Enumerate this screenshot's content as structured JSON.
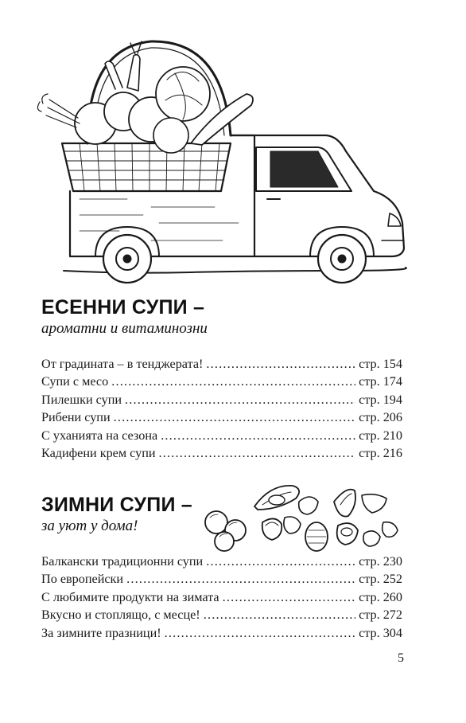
{
  "sections": [
    {
      "title": "ЕСЕННИ СУПИ –",
      "subtitle": "ароматни и витаминозни",
      "entries": [
        {
          "title": "От градината – в тенджерата!",
          "page": "стр. 154"
        },
        {
          "title": "Супи с месо",
          "page": "стр. 174"
        },
        {
          "title": "Пилешки супи",
          "page": "стр. 194"
        },
        {
          "title": "Рибени супи",
          "page": "стр. 206"
        },
        {
          "title": "С уханията на сезона",
          "page": "стр. 210"
        },
        {
          "title": "Кадифени крем супи",
          "page": "стр. 216"
        }
      ]
    },
    {
      "title": "ЗИМНИ СУПИ –",
      "subtitle": "за уют у дома!",
      "entries": [
        {
          "title": "Балкански традиционни супи",
          "page": "стр. 230"
        },
        {
          "title": "По европейски",
          "page": "стр. 252"
        },
        {
          "title": "С любимите продукти на зимата",
          "page": "стр. 260"
        },
        {
          "title": "Вкусно и стоплящо, с месце!",
          "page": "стр. 272"
        },
        {
          "title": "За зимните празници!",
          "page": "стр. 304"
        }
      ]
    }
  ],
  "page_number": "5",
  "illustrations": {
    "top": "truck-with-vegetable-basket-illustration",
    "middle": "hazelnuts-illustration"
  }
}
